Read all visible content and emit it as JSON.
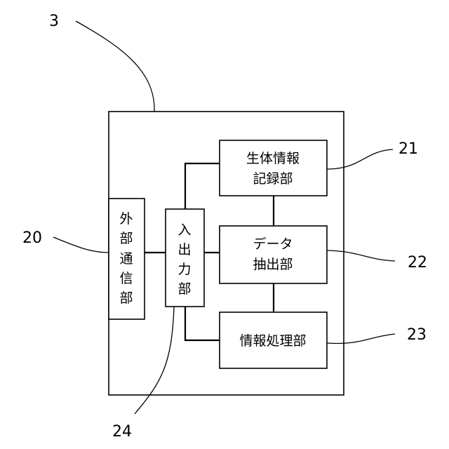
{
  "refs": {
    "device": "3",
    "external": "20",
    "io": "24",
    "bio": "21",
    "extract": "22",
    "process": "23"
  },
  "blocks": {
    "external": [
      "外",
      "部",
      "通",
      "信",
      "部"
    ],
    "io": [
      "入",
      "出",
      "力",
      "部"
    ],
    "bio": [
      "生体情報",
      "記録部"
    ],
    "extract": [
      "データ",
      "抽出部"
    ],
    "process": [
      "情報処理部"
    ]
  }
}
